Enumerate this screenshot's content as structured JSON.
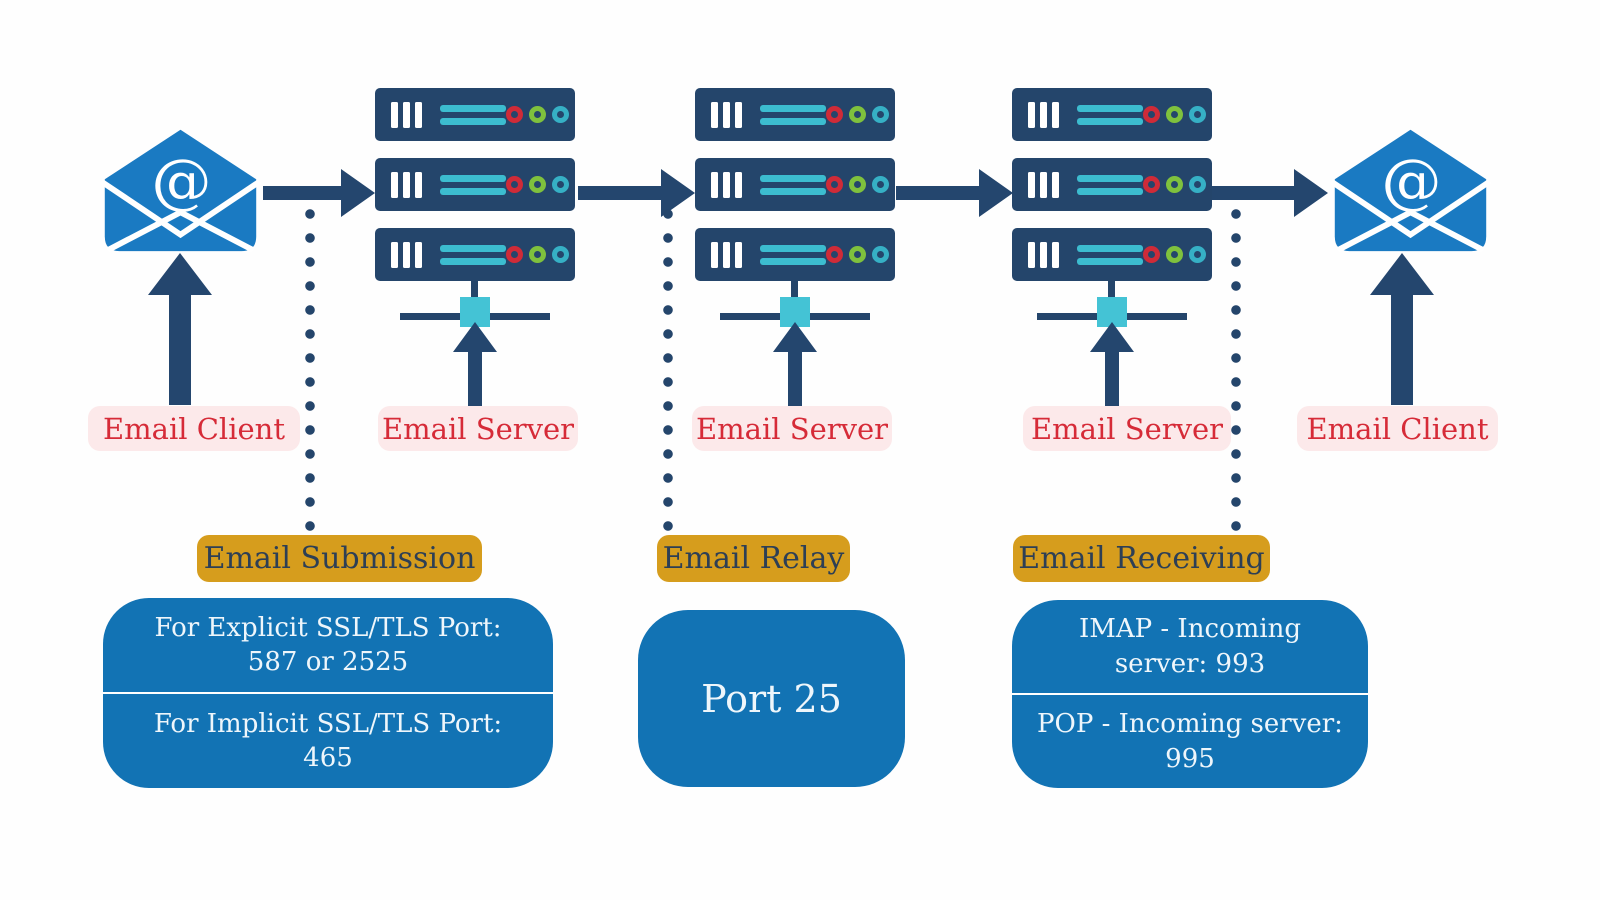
{
  "colors": {
    "bg": "#fefefe",
    "navy": "#24456b",
    "arrow-navy": "#24466e",
    "envelope-blue": "#1a7ac2",
    "box-blue": "#1273b4",
    "teal": "#3cbccf",
    "hub-teal": "#44c3d5",
    "led-red": "#cf2b38",
    "led-green": "#7fc13d",
    "led-teal": "#36b0c5",
    "gold": "#d69d1d",
    "gold-text": "#2d3f55",
    "pink-bg": "#fce9ea",
    "pink-text": "#d62b38",
    "box-text": "#eef6fb"
  },
  "icons": {
    "at_symbol": "@"
  },
  "nodes": {
    "client_left": {
      "label": "Email Client"
    },
    "server_1": {
      "label": "Email Server"
    },
    "server_2": {
      "label": "Email Server"
    },
    "server_3": {
      "label": "Email Server"
    },
    "client_right": {
      "label": "Email Client"
    }
  },
  "stages": {
    "submission": {
      "label": "Email Submission",
      "box": {
        "top": [
          "For Explicit SSL/TLS Port:",
          "587 or 2525"
        ],
        "bottom": [
          "For Implicit SSL/TLS Port:",
          "465"
        ]
      }
    },
    "relay": {
      "label": "Email Relay",
      "box": {
        "text": "Port 25"
      }
    },
    "receiving": {
      "label": "Email Receiving",
      "box": {
        "top": [
          "IMAP - Incoming",
          "server: 993"
        ],
        "bottom": [
          "POP -  Incoming server:",
          "995"
        ]
      }
    }
  }
}
